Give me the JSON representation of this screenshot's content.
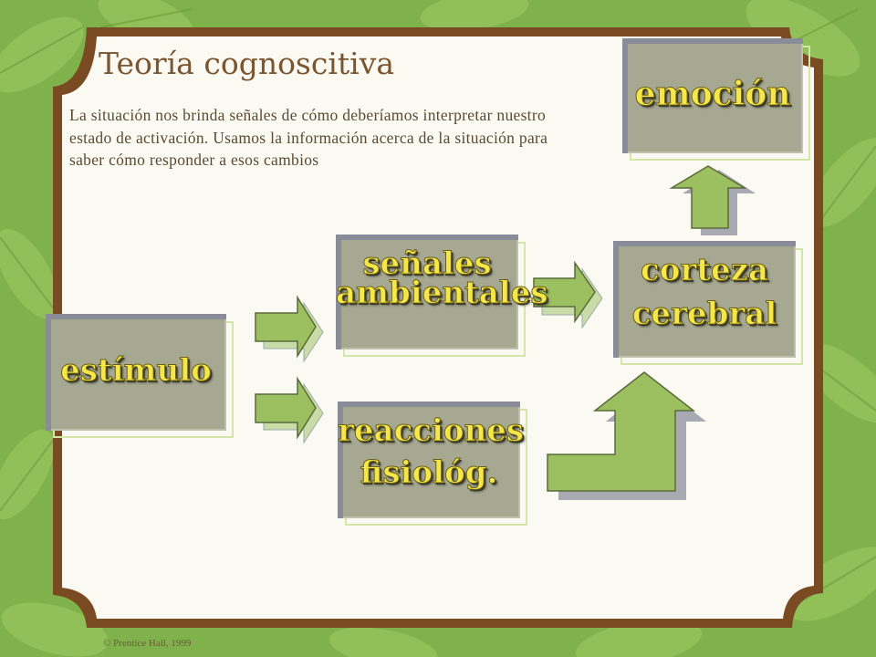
{
  "title": "Teoría cognoscitiva",
  "description": "La situación nos brinda señales de cómo deberíamos interpretar nuestro estado de activación. Usamos la información acerca de la situación para saber cómo responder a esos cambios",
  "nodes": {
    "stimulus": "estímulo",
    "environmental_cues_line1": "señales",
    "environmental_cues_line2": "ambientales",
    "physiological_line1": "reacciones",
    "physiological_line2": "fisiológ.",
    "cortex_line1": "corteza",
    "cortex_line2": "cerebral",
    "emotion": "emoción"
  },
  "footer": "© Prentice Hall, 1999",
  "colors": {
    "background_green": "#7fb24a",
    "frame_brown": "#7a4a22",
    "panel": "#fbfaf2",
    "box_face": "#a6a892",
    "label_yellow": "#f5e64a",
    "arrow_green": "#9cc060",
    "arrow_gray": "#a9a9b3"
  }
}
